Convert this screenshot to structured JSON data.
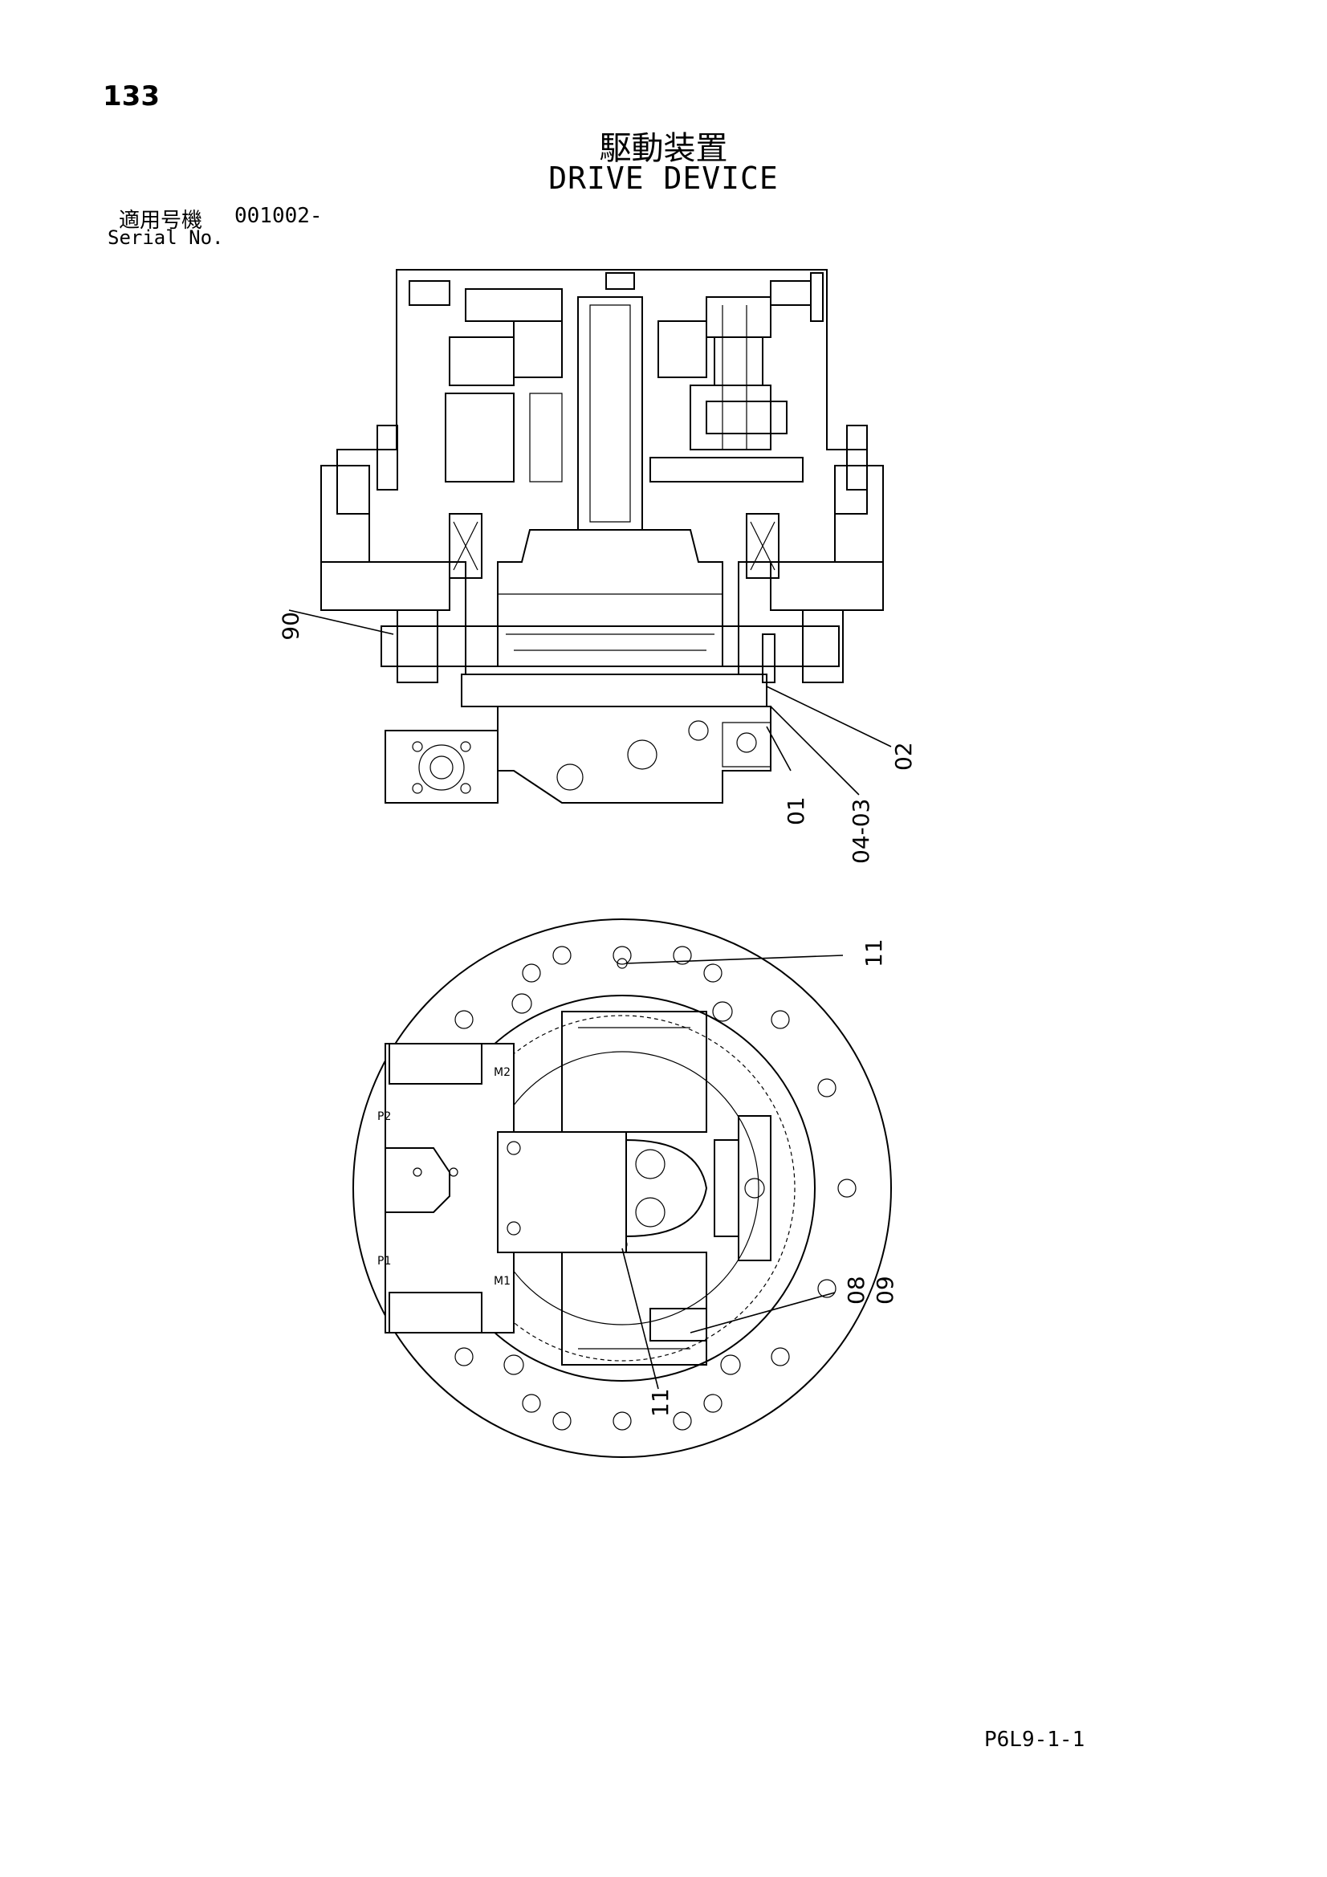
{
  "page_number": "133",
  "title_jp": "駆動装置",
  "title_en": "DRIVE DEVICE",
  "serial_label_jp": "適用号機",
  "serial_value": "001002-",
  "serial_label_en": "Serial No.",
  "footer_code": "P6L9-1-1",
  "callouts": [
    "06",
    "02",
    "01",
    "04-03",
    "11",
    "08",
    "09",
    "11"
  ],
  "port_labels": [
    "P2",
    "P1",
    "M2",
    "M1"
  ]
}
